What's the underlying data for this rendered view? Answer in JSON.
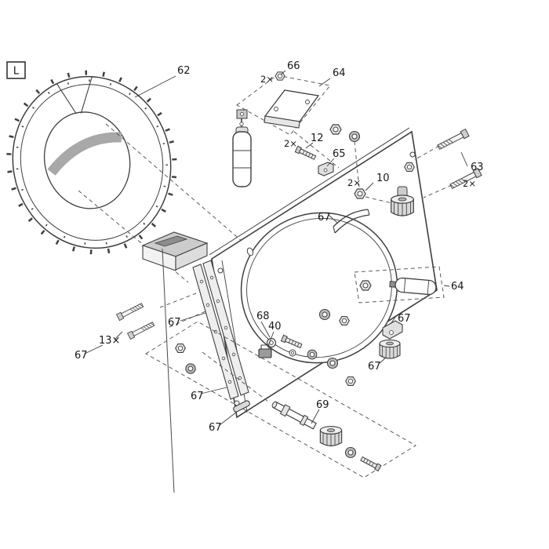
{
  "frame": {
    "label": "L"
  },
  "labels": {
    "part62": "62",
    "part66": "66",
    "qty66": "2×",
    "part64_top": "64",
    "part12": "12",
    "qty12": "2×",
    "part65": "65",
    "part63": "63",
    "qty63": "2×",
    "part10": "10",
    "qty10": "2×",
    "part67_handle": "67",
    "part64_right": "64",
    "part67_bracket": "67",
    "part67_rail": "67",
    "part68": "68",
    "part40": "40",
    "qty13": "13×",
    "part67_screws": "67",
    "part67_gear": "67",
    "part67_rail2": "67",
    "part69": "69",
    "part67_pin": "67"
  },
  "colors": {
    "line": "#3f3f3f",
    "highlight_gray": "#a8a8a8",
    "background": "#ffffff"
  }
}
